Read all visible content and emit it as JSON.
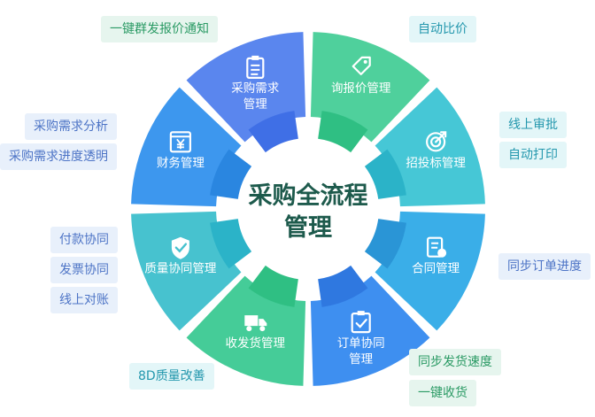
{
  "center": {
    "line1": "采购全流程",
    "line2": "管理"
  },
  "segments": [
    {
      "id": "xunbaojia",
      "label": [
        "询报价管理"
      ],
      "icon": "tag-icon",
      "color": "#4fd09c",
      "ring": "#2fbf83"
    },
    {
      "id": "zhaotoubiao",
      "label": [
        "招投标管理"
      ],
      "icon": "target-icon",
      "color": "#46c7d6",
      "ring": "#2bb3c8"
    },
    {
      "id": "hetong",
      "label": [
        "合同管理"
      ],
      "icon": "contract-icon",
      "color": "#3aaee8",
      "ring": "#2a95d6"
    },
    {
      "id": "dingdan",
      "label": [
        "订单协同",
        "管理"
      ],
      "icon": "order-icon",
      "color": "#3e8ff0",
      "ring": "#2f78e0"
    },
    {
      "id": "shoufahuo",
      "label": [
        "收发货管理"
      ],
      "icon": "truck-icon",
      "color": "#45cc98",
      "ring": "#2fbf83"
    },
    {
      "id": "zhiliang",
      "label": [
        "质量协同管理"
      ],
      "icon": "shield-icon",
      "color": "#47c2cf",
      "ring": "#2bb3c8"
    },
    {
      "id": "caiwu",
      "label": [
        "财务管理"
      ],
      "icon": "yen-icon",
      "color": "#3d97ee",
      "ring": "#2a86e0"
    },
    {
      "id": "xuqiu",
      "label": [
        "采购需求",
        "管理"
      ],
      "icon": "clipboard-icon",
      "color": "#5a86ee",
      "ring": "#3f6fe6"
    }
  ],
  "tags": [
    {
      "text": "一键群发报价通知",
      "style": "green"
    },
    {
      "text": "自动比价",
      "style": "teal"
    },
    {
      "text": "线上审批",
      "style": "teal"
    },
    {
      "text": "自动打印",
      "style": "teal"
    },
    {
      "text": "同步订单进度",
      "style": "blue"
    },
    {
      "text": "同步发货速度",
      "style": "green"
    },
    {
      "text": "一键收货",
      "style": "green"
    },
    {
      "text": "8D质量改善",
      "style": "teal"
    },
    {
      "text": "付款协同",
      "style": "blue"
    },
    {
      "text": "发票协同",
      "style": "blue"
    },
    {
      "text": "线上对账",
      "style": "blue"
    },
    {
      "text": "采购需求分析",
      "style": "blue"
    },
    {
      "text": "采购需求进度透明",
      "style": "blue"
    }
  ]
}
